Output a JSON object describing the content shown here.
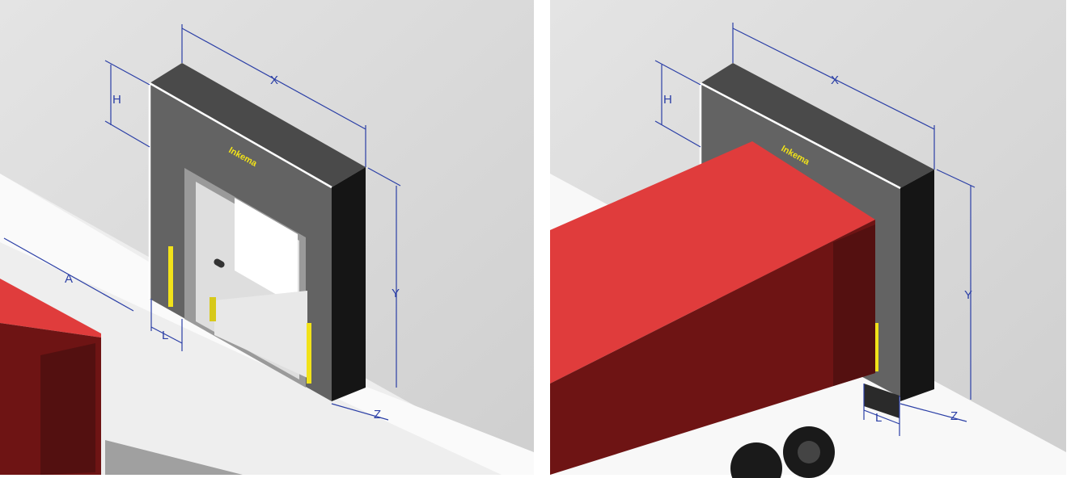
{
  "left_panel": {
    "brand": "Inkema",
    "dimensions": {
      "x": "X",
      "h": "H",
      "y": "Y",
      "z": "Z",
      "l": "L",
      "a": "A"
    }
  },
  "right_panel": {
    "brand": "Inkema",
    "dimensions": {
      "x": "X",
      "h": "H",
      "y": "Y",
      "z": "Z",
      "l": "L"
    }
  },
  "colors": {
    "dimension": "#2b3fa6",
    "shelter": "#5f5f5f",
    "trailer_top": "#e03c3c",
    "trailer_side": "#6e1414",
    "accent": "#f1e21a"
  }
}
